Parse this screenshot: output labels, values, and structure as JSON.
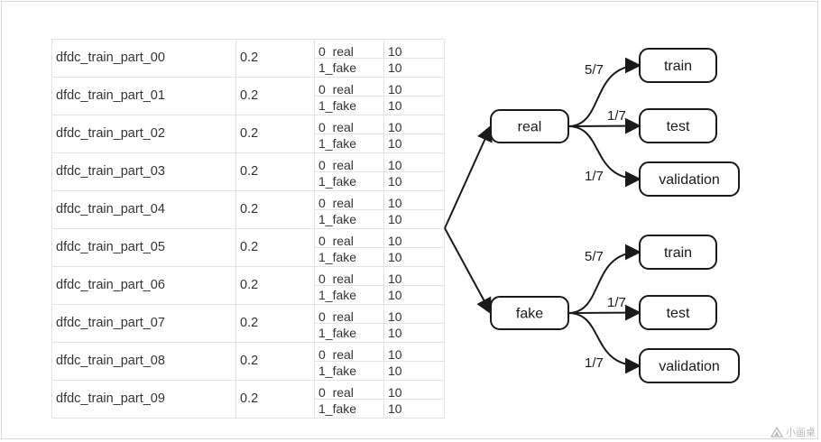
{
  "table": {
    "rows": [
      {
        "part": "dfdc_train_part_00",
        "ratio": "0.2",
        "classes": [
          {
            "label": "0_real",
            "count": "10"
          },
          {
            "label": "1_fake",
            "count": "10"
          }
        ]
      },
      {
        "part": "dfdc_train_part_01",
        "ratio": "0.2",
        "classes": [
          {
            "label": "0_real",
            "count": "10"
          },
          {
            "label": "1_fake",
            "count": "10"
          }
        ]
      },
      {
        "part": "dfdc_train_part_02",
        "ratio": "0.2",
        "classes": [
          {
            "label": "0_real",
            "count": "10"
          },
          {
            "label": "1_fake",
            "count": "10"
          }
        ]
      },
      {
        "part": "dfdc_train_part_03",
        "ratio": "0.2",
        "classes": [
          {
            "label": "0_real",
            "count": "10"
          },
          {
            "label": "1_fake",
            "count": "10"
          }
        ]
      },
      {
        "part": "dfdc_train_part_04",
        "ratio": "0.2",
        "classes": [
          {
            "label": "0_real",
            "count": "10"
          },
          {
            "label": "1_fake",
            "count": "10"
          }
        ]
      },
      {
        "part": "dfdc_train_part_05",
        "ratio": "0.2",
        "classes": [
          {
            "label": "0_real",
            "count": "10"
          },
          {
            "label": "1_fake",
            "count": "10"
          }
        ]
      },
      {
        "part": "dfdc_train_part_06",
        "ratio": "0.2",
        "classes": [
          {
            "label": "0_real",
            "count": "10"
          },
          {
            "label": "1_fake",
            "count": "10"
          }
        ]
      },
      {
        "part": "dfdc_train_part_07",
        "ratio": "0.2",
        "classes": [
          {
            "label": "0_real",
            "count": "10"
          },
          {
            "label": "1_fake",
            "count": "10"
          }
        ]
      },
      {
        "part": "dfdc_train_part_08",
        "ratio": "0.2",
        "classes": [
          {
            "label": "0_real",
            "count": "10"
          },
          {
            "label": "1_fake",
            "count": "10"
          }
        ]
      },
      {
        "part": "dfdc_train_part_09",
        "ratio": "0.2",
        "classes": [
          {
            "label": "0_real",
            "count": "10"
          },
          {
            "label": "1_fake",
            "count": "10"
          }
        ]
      }
    ]
  },
  "diagram": {
    "groups": [
      {
        "label": "real",
        "branches": [
          {
            "fraction": "5/7",
            "label": "train"
          },
          {
            "fraction": "1/7",
            "label": "test"
          },
          {
            "fraction": "1/7",
            "label": "validation"
          }
        ]
      },
      {
        "label": "fake",
        "branches": [
          {
            "fraction": "5/7",
            "label": "train"
          },
          {
            "fraction": "1/7",
            "label": "test"
          },
          {
            "fraction": "1/7",
            "label": "validation"
          }
        ]
      }
    ]
  },
  "watermark": {
    "text": "小画桌",
    "icon": "triangle-logo-icon"
  }
}
